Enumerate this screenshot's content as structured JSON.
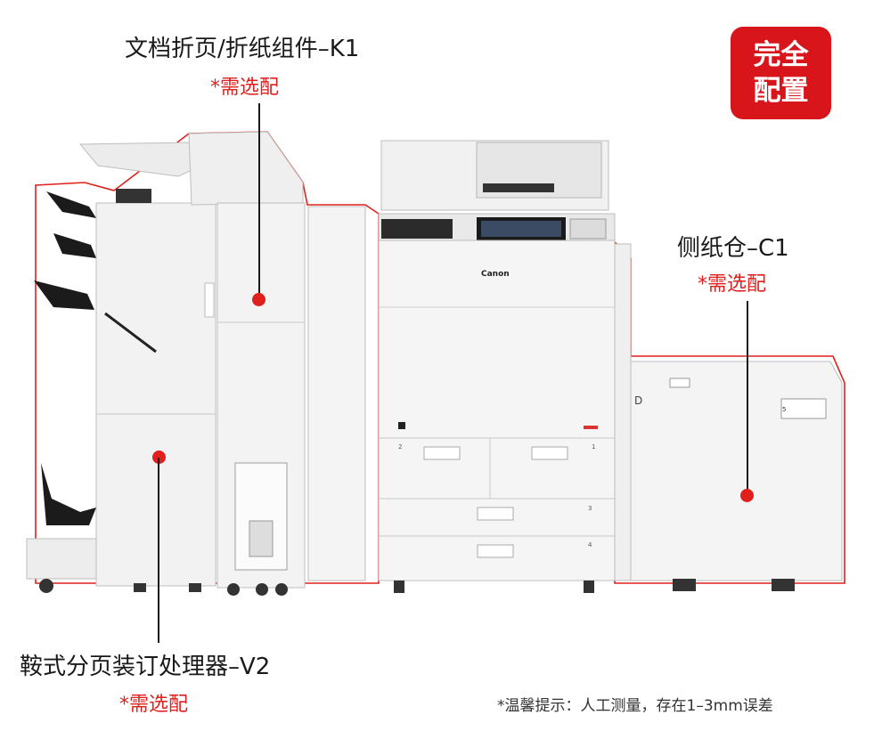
{
  "badge": {
    "line1": "完全",
    "line2": "配置"
  },
  "callouts": {
    "folding_unit": {
      "title": "文档折页/折纸组件–K1",
      "note": "*需选配"
    },
    "side_paper_deck": {
      "title": "侧纸仓–C1",
      "note": "*需选配"
    },
    "booklet_finisher": {
      "title": "鞍式分页装订处理器–V2",
      "note": "*需选配"
    }
  },
  "machine": {
    "brand_logo": "Canon",
    "deck_letter": "D",
    "drawer_numbers": [
      "2",
      "1",
      "3",
      "4"
    ],
    "deck_tag": "5"
  },
  "disclaimer": "*温馨提示：人工测量，存在1–3mm误差",
  "colors": {
    "accent": "#e0201c",
    "badge": "#d8151b",
    "outline": "#e0201c"
  }
}
